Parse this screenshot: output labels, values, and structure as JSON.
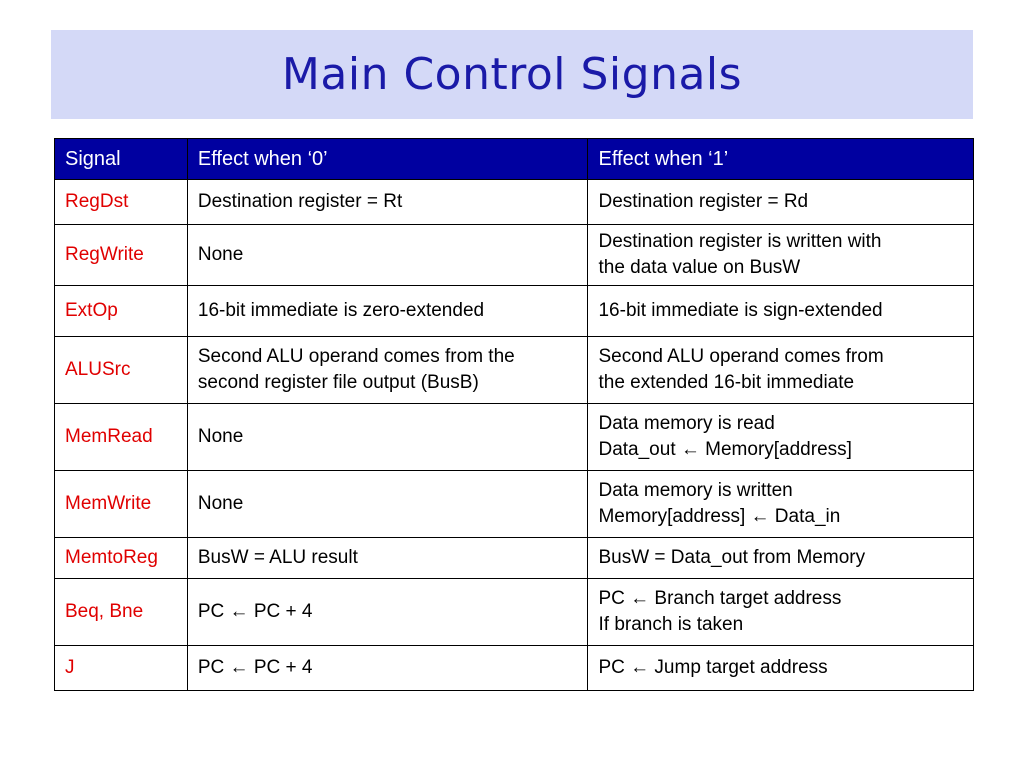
{
  "slide": {
    "title": "Main Control Signals",
    "colors": {
      "title_band": "#d4d9f7",
      "title_text": "#1a1aa8",
      "header_bg": "#0000a0",
      "header_text": "#ffffff",
      "signal_text": "#e00000"
    }
  },
  "table": {
    "headers": [
      "Signal",
      "Effect when ‘0’",
      "Effect when ‘1’"
    ],
    "rows": [
      {
        "signal": "RegDst",
        "effect0": [
          "Destination register = Rt"
        ],
        "effect1": [
          "Destination register = Rd"
        ]
      },
      {
        "signal": "RegWrite",
        "effect0": [
          "None"
        ],
        "effect1": [
          "Destination register is written with",
          "the data value on BusW"
        ]
      },
      {
        "signal": "ExtOp",
        "effect0": [
          "16-bit immediate is zero-extended"
        ],
        "effect1": [
          "16-bit immediate is sign-extended"
        ]
      },
      {
        "signal": "ALUSrc",
        "effect0": [
          "Second ALU operand comes from the",
          "second register file output (BusB)"
        ],
        "effect1": [
          "Second ALU operand comes from",
          "the extended 16-bit immediate"
        ]
      },
      {
        "signal": "MemRead",
        "effect0": [
          "None"
        ],
        "effect1": [
          "Data memory is read",
          "Data_out ← Memory[address]"
        ]
      },
      {
        "signal": "MemWrite",
        "effect0": [
          "None"
        ],
        "effect1": [
          "Data memory is written",
          "Memory[address] ← Data_in"
        ]
      },
      {
        "signal": "MemtoReg",
        "effect0": [
          "BusW = ALU result"
        ],
        "effect1": [
          "BusW = Data_out from Memory"
        ]
      },
      {
        "signal": "Beq, Bne",
        "effect0": [
          "PC ← PC + 4"
        ],
        "effect1": [
          "PC ← Branch target address",
          "If branch is taken"
        ]
      },
      {
        "signal": "J",
        "effect0": [
          "PC ← PC + 4"
        ],
        "effect1": [
          "PC ← Jump target address"
        ]
      }
    ]
  }
}
